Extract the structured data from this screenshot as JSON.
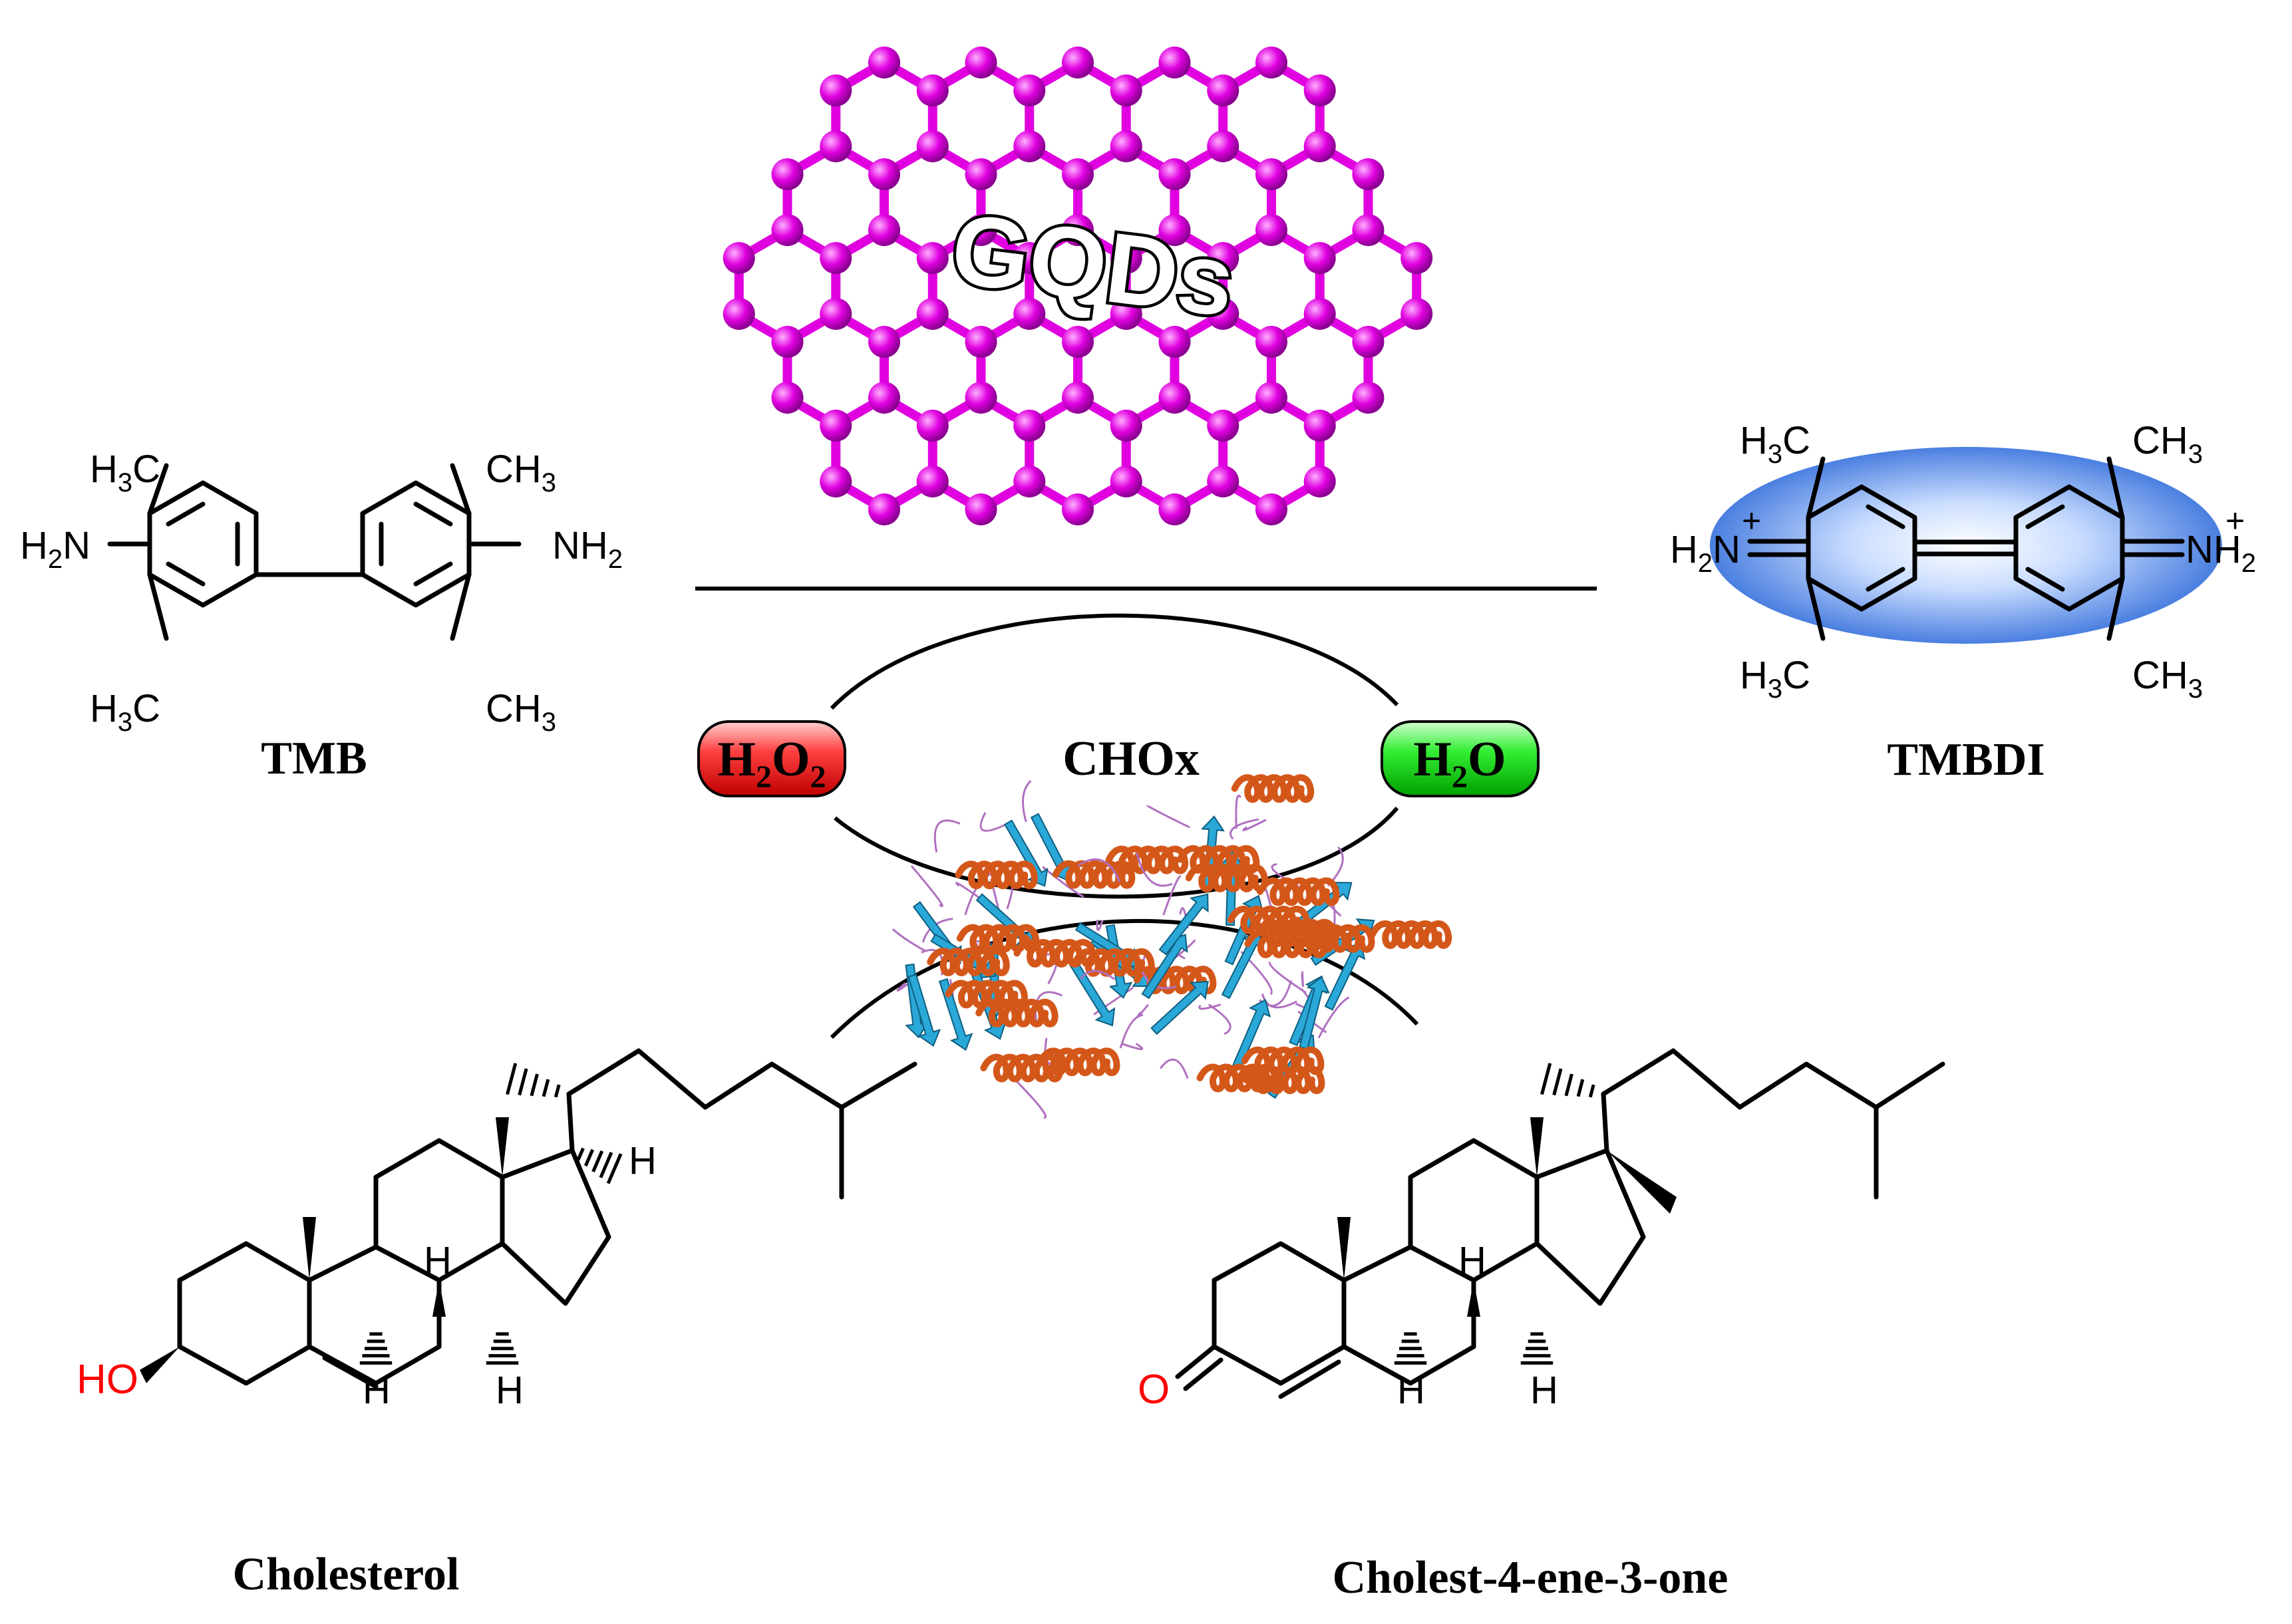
{
  "catalyst": {
    "label": "GQDs",
    "lattice_color": "#e000e0"
  },
  "enzyme": {
    "label": "CHOx"
  },
  "species": {
    "h2o2": {
      "parts": [
        "H",
        "2",
        "O",
        "2"
      ],
      "color": "#ff0000"
    },
    "h2o": {
      "parts": [
        "H",
        "2",
        "O"
      ],
      "color": "#00e000"
    }
  },
  "molecules": {
    "tmb": {
      "name": "TMB",
      "groups": {
        "h3c_top": [
          "H",
          "3",
          "C"
        ],
        "ch3_top": [
          "CH",
          "3"
        ],
        "h2n": [
          "H",
          "2",
          "N"
        ],
        "nh2": [
          "NH",
          "2"
        ],
        "h3c_bottom": [
          "H",
          "3",
          "C"
        ],
        "ch3_bottom": [
          "CH",
          "3"
        ]
      }
    },
    "tmbdi": {
      "name": "TMBDI",
      "highlight_color": "#4a7fe0",
      "groups": {
        "h3c_top": [
          "H",
          "3",
          "C"
        ],
        "ch3_top": [
          "CH",
          "3"
        ],
        "h2n": [
          "H",
          "2",
          "N"
        ],
        "nh2": [
          "NH",
          "2"
        ],
        "h3c_bottom": [
          "H",
          "3",
          "C"
        ],
        "ch3_bottom": [
          "CH",
          "3"
        ],
        "plus": "+"
      }
    },
    "cholesterol": {
      "name": "Cholesterol",
      "ho": "HO",
      "h": "H"
    },
    "cholestenone": {
      "name": "Cholest-4-ene-3-one",
      "o": "O",
      "h": "H"
    }
  }
}
